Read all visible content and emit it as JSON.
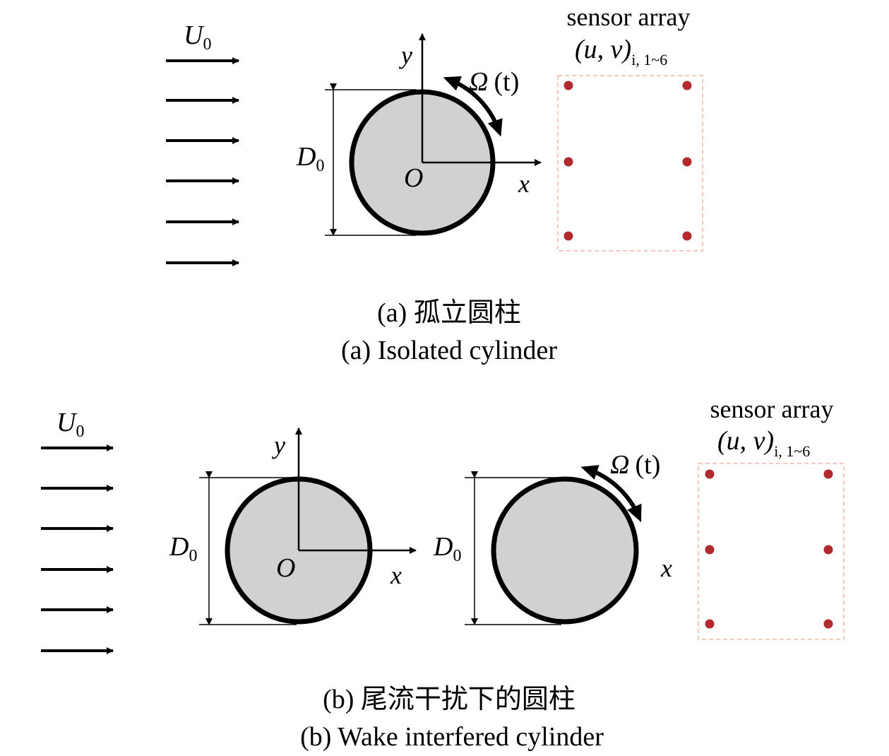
{
  "panel_a": {
    "flow_label": "U",
    "flow_sub": "0",
    "y_label": "y",
    "x_label": "x",
    "origin_label": "O",
    "diameter_label": "D",
    "diameter_sub": "0",
    "rotation_label": "Ω",
    "rotation_arg": "(t)",
    "sensor_title": "sensor array",
    "sensor_vars": "(u, v)",
    "sensor_sub": "i, 1~6",
    "caption_cn": "(a) 孤立圆柱",
    "caption_en": "(a) Isolated cylinder"
  },
  "panel_b": {
    "flow_label": "U",
    "flow_sub": "0",
    "y_label": "y",
    "x_label": "x",
    "x_label2": "x",
    "origin_label": "O",
    "diameter_label": "D",
    "diameter_sub": "0",
    "diameter_label2": "D",
    "diameter_sub2": "0",
    "rotation_label": "Ω",
    "rotation_arg": "(t)",
    "sensor_title": "sensor array",
    "sensor_vars": "(u, v)",
    "sensor_sub": "i, 1~6",
    "caption_cn": "(b) 尾流干扰下的圆柱",
    "caption_en": "(b) Wake interfered cylinder"
  },
  "colors": {
    "cylinder_fill": "#d0d1d3",
    "sensor_dot": "#b22a2e",
    "sensor_box": "#f0b8a4"
  }
}
